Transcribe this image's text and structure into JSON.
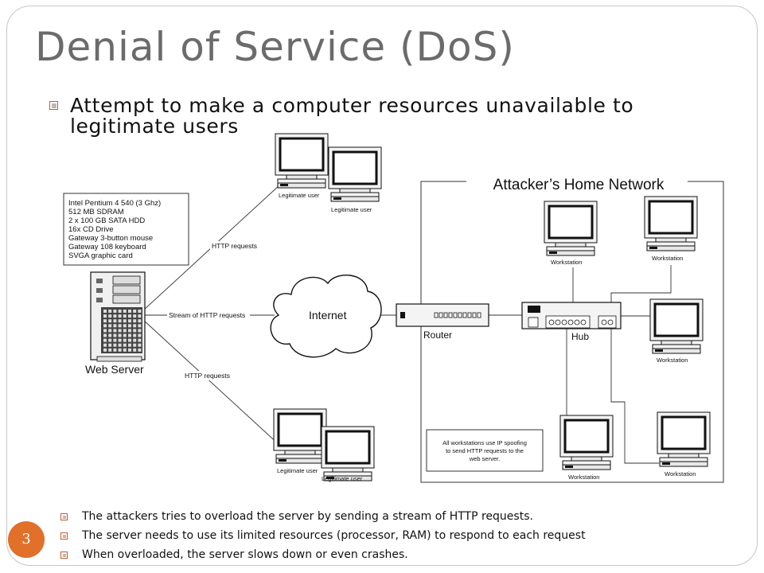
{
  "slide": {
    "title": "Denial of Service (DoS)",
    "main_bullet": "Attempt to make a computer resources unavailable to legitimate users",
    "sub_bullets": [
      "The attackers tries to overload the server by sending a stream of HTTP requests.",
      "The server needs to use its limited resources (processor, RAM) to respond to each request",
      "When overloaded, the server slows down or even crashes."
    ],
    "page_number": "3"
  },
  "diagram": {
    "server_specs": [
      "Intel Pentium 4 540 (3 Ghz)",
      "512 MB SDRAM",
      "2 x 100 GB SATA HDD",
      "16x CD Drive",
      "Gateway 3-button mouse",
      "Gateway 108 keyboard",
      "SVGA graphic card"
    ],
    "web_server_label": "Web Server",
    "http_top_label": "HTTP requests",
    "stream_label": "Stream of HTTP requests",
    "http_bottom_label": "HTTP requests",
    "internet_label": "Internet",
    "router_label": "Router",
    "hub_label": "Hub",
    "network_label": "Attacker’s Home Network",
    "legit_user_label": "Legitimate user",
    "workstation_label": "Workstation",
    "spoof_note": [
      "All workstations use IP spoofing",
      "to send HTTP requests to the",
      "web server."
    ]
  },
  "colors": {
    "title": "#6b6b6b",
    "accent": "#e0702a",
    "frame": "#c7c7c7"
  }
}
